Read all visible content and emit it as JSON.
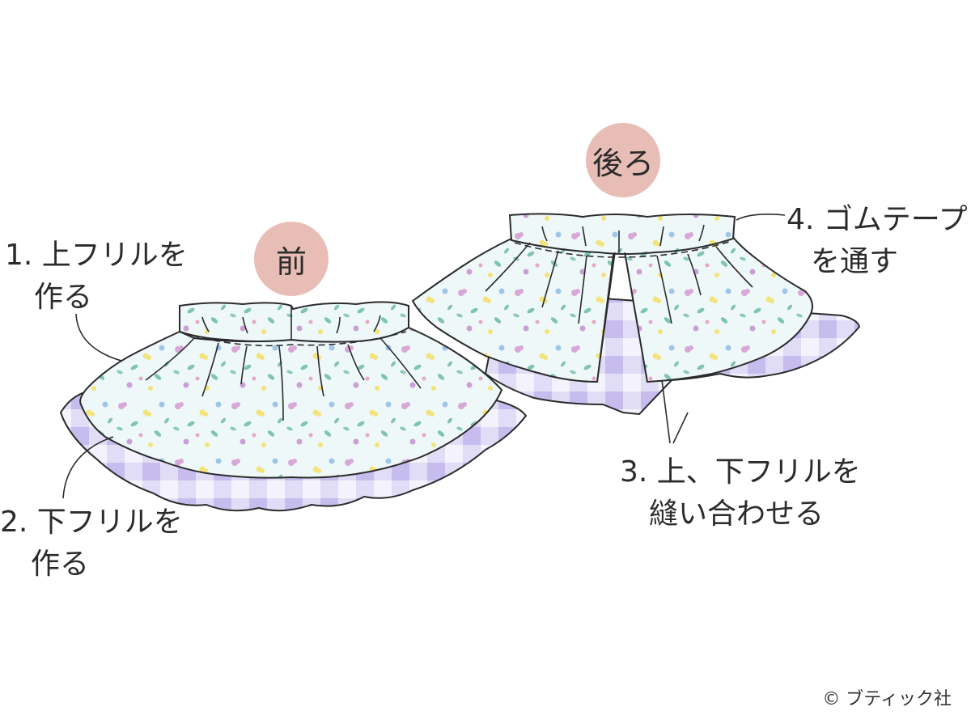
{
  "badges": {
    "front": "前",
    "back": "後ろ"
  },
  "steps": [
    {
      "line1": "1. 上フリルを",
      "line2": "作る"
    },
    {
      "line1": "2. 下フリルを",
      "line2": "作る"
    },
    {
      "line1": "3. 上、下フリルを",
      "line2": "縫い合わせる"
    },
    {
      "line1": "4. ゴムテープ",
      "line2": "を通す"
    }
  ],
  "copyright": "© ブティック社",
  "colors": {
    "badge": "#e8bdb6",
    "gingham": "#c9c2ec",
    "floral_base": "#eaf6f7"
  }
}
